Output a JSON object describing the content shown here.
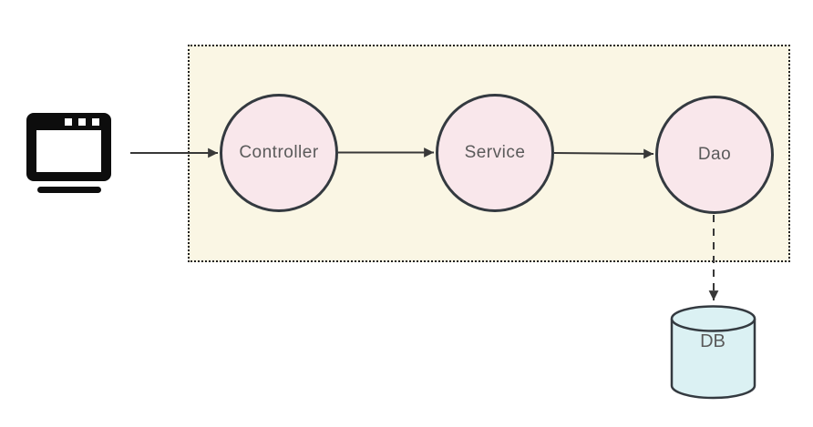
{
  "diagram": {
    "description": "Layered web architecture: browser client calls Controller, Service, Dao inside an application boundary; Dao accesses the DB"
  },
  "client": {
    "icon": "browser-window-icon"
  },
  "container": {
    "border_style": "dotted"
  },
  "nodes": {
    "controller": {
      "label": "Controller",
      "shape": "circle"
    },
    "service": {
      "label": "Service",
      "shape": "circle"
    },
    "dao": {
      "label": "Dao",
      "shape": "circle"
    },
    "db": {
      "label": "DB",
      "shape": "cylinder"
    }
  },
  "edges": [
    {
      "from": "browser",
      "to": "controller",
      "style": "solid"
    },
    {
      "from": "controller",
      "to": "service",
      "style": "solid"
    },
    {
      "from": "service",
      "to": "dao",
      "style": "solid"
    },
    {
      "from": "dao",
      "to": "db",
      "style": "dashed"
    }
  ],
  "colors": {
    "canvas_bg": "#ffffff",
    "box_bg": "#faf6e4",
    "box_border": "#1f1f1f",
    "node_fill": "#f9e7eb",
    "node_border": "#343a40",
    "db_fill": "#dbf1f3",
    "db_border": "#343a40",
    "label": "#5a5a5a",
    "arrow": "#383838",
    "icon": "#0d0d0d"
  }
}
